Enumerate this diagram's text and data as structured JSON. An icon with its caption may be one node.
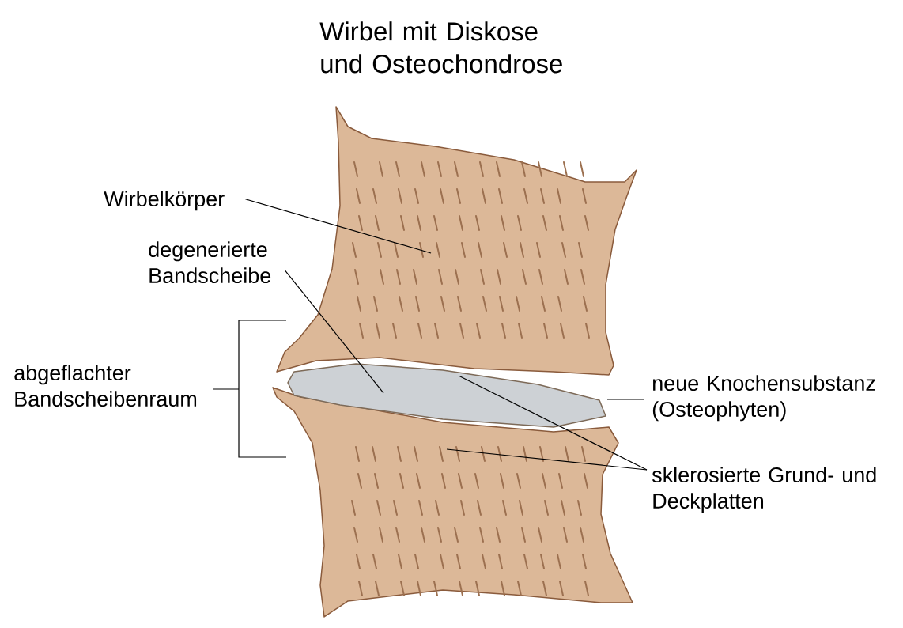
{
  "diagram": {
    "title": "Wirbel mit Diskose und Osteochondrose",
    "nodes": [
      {
        "text": [
          "Wirbelkörper"
        ]
      },
      {
        "text": [
          "degenerierte Bandscheibe"
        ]
      },
      {
        "text": [
          "neue Knochensubstanz (Osteophyten)"
        ]
      },
      {
        "text": [
          "sklerosierte Grund- und Deckplatten"
        ]
      }
    ],
    "edges": [
      {
        "from": 0,
        "to": null,
        "arrow": "none"
      },
      {
        "from": 1,
        "to": null,
        "arrow": "none"
      },
      {
        "from": 2,
        "to": null,
        "arrow": "none"
      },
      {
        "from": 3,
        "to": null,
        "arrow": "none"
      },
      {
        "from": 3,
        "to": null,
        "arrow": "none"
      }
    ],
    "labels": [
      "abgeflachter Bandscheibenraum"
    ]
  }
}
